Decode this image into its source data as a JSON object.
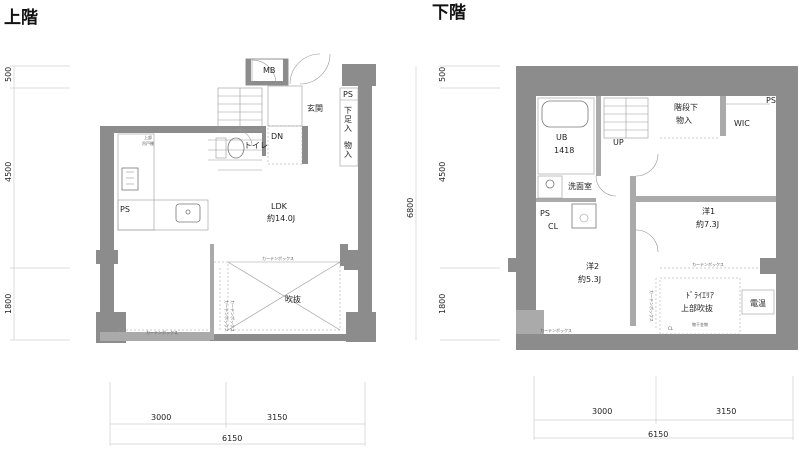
{
  "upper": {
    "title": "上階",
    "rooms": {
      "mb": "MB",
      "ps_top": "PS",
      "genkan": "玄関",
      "shoes_1": "下",
      "shoes_2": "足",
      "shoes_3": "入",
      "storage_1": "物",
      "storage_2": "入",
      "dn": "DN",
      "toilet": "トイレ",
      "ldk": "LDK",
      "ldk_size": "約14.0J",
      "ps_left": "PS",
      "fukinuke": "吹抜",
      "cupboard_1": "上部",
      "cupboard_2": "吊戸棚",
      "curtain_box_1": "カーテンボックス",
      "curtain_box_2": "カーテンボックス",
      "curtain_box_v1": "カーテンボックス",
      "curtain_box_v2": "カーテンボックス"
    },
    "vertical_dims": [
      "500",
      "4500",
      "1800"
    ],
    "horizontal_dims": [
      "3000",
      "3150"
    ],
    "total_width": "6150"
  },
  "lower": {
    "title": "下階",
    "rooms": {
      "ps_top": "PS",
      "kaidan_1": "階段下",
      "kaidan_2": "物入",
      "wic": "WIC",
      "ub": "UB",
      "ub_size": "1418",
      "up": "UP",
      "senmen": "洗面室",
      "ps_left": "PS",
      "cl": "CL",
      "yo1": "洋1",
      "yo1_size": "約7.3J",
      "yo2": "洋2",
      "yo2_size": "約5.3J",
      "dry_1": "ﾄﾞﾗｲｴﾘｱ",
      "dry_2": "上部吹抜",
      "denon": "電温",
      "hardware": "物干金物",
      "small_label": "CL",
      "curtain_box_1": "カーテンボックス",
      "curtain_box_2": "カーテンボックス",
      "curtain_box_v": "カーテンボックス"
    },
    "vertical_dims": [
      "500",
      "4500",
      "1800"
    ],
    "total_height": "6800",
    "horizontal_dims": [
      "3000",
      "3150"
    ],
    "total_width": "6150"
  }
}
